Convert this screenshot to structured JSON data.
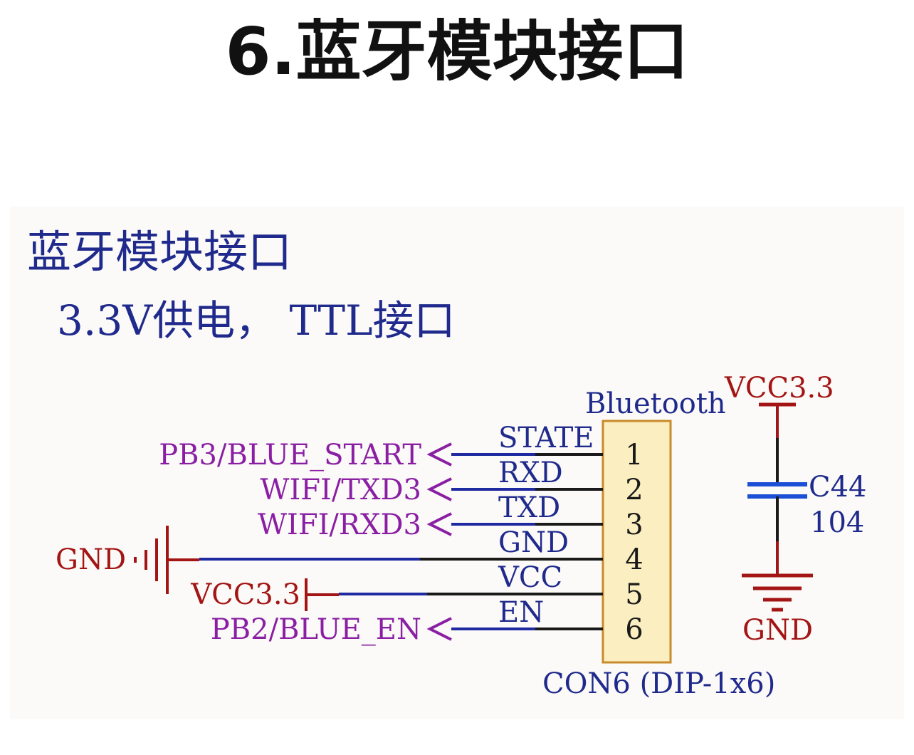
{
  "title": "6.蓝牙模块接口",
  "heading": "蓝牙模块接口",
  "subheading": "3.3V供电， TTL接口",
  "colors": {
    "wire": "#1a1a1a",
    "bus_blue": "#1f2aa0",
    "power_red": "#a31515",
    "net_purple": "#8a1fa3",
    "cap_blue": "#1a4fd6",
    "label_blue": "#1f2a8c",
    "connector_fill": "#fbeec0",
    "connector_border": "#c98a2a"
  },
  "connector": {
    "title": "Bluetooth",
    "part": "CON6 (DIP-1x6)",
    "pins": [
      {
        "number": "1",
        "name": "STATE",
        "net": "PB3/BLUE_START",
        "kind": "port"
      },
      {
        "number": "2",
        "name": "RXD",
        "net": "WIFI/TXD3",
        "kind": "port"
      },
      {
        "number": "3",
        "name": "TXD",
        "net": "WIFI/RXD3",
        "kind": "port"
      },
      {
        "number": "4",
        "name": "GND",
        "net": "GND",
        "kind": "ground"
      },
      {
        "number": "5",
        "name": "VCC",
        "net": "VCC3.3",
        "kind": "power"
      },
      {
        "number": "6",
        "name": "EN",
        "net": "PB2/BLUE_EN",
        "kind": "port"
      }
    ]
  },
  "capacitor": {
    "designator": "C44",
    "value": "104",
    "top_net": "VCC3.3",
    "bottom_net": "GND"
  }
}
